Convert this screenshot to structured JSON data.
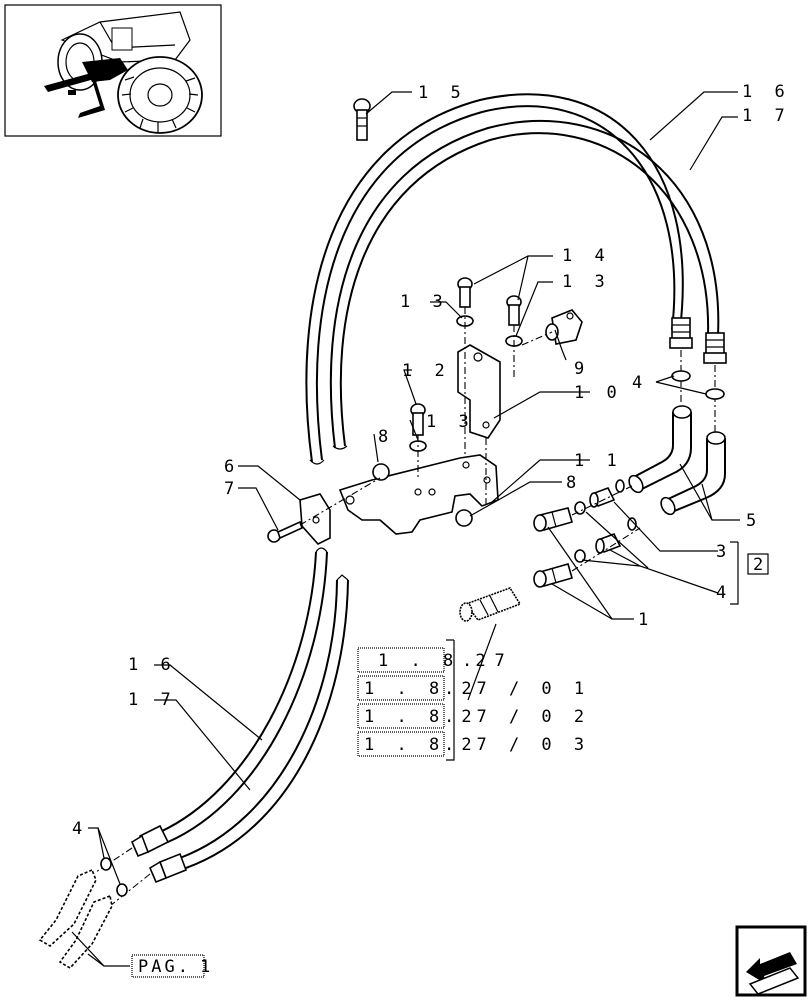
{
  "callouts": {
    "c15": "1 5",
    "c16_top": "1 6",
    "c17_top": "1 7",
    "c14": "1 4",
    "c13_a": "1 3",
    "c13_b": "1 3",
    "c13_c": "1 3",
    "c12": "1 2",
    "c9": "9",
    "c10": "1 0",
    "c8_a": "8",
    "c8_b": "8",
    "c11": "1 1",
    "c6": "6",
    "c7": "7",
    "c4_a": "4",
    "c5": "5",
    "c3": "3",
    "c4_b": "4",
    "c1": "1",
    "c16_bot": "1 6",
    "c17_bot": "1 7",
    "c4_c": "4",
    "group_ref": "2"
  },
  "refs": {
    "r1_box": "1 . 8 2",
    "r1_tail": ". 7",
    "r2_box": "1 . 8 2",
    "r2_tail": ". 7 / 0 1",
    "r3_box": "1 . 8 2",
    "r3_tail": ". 7 / 0 2",
    "r4_box": "1 . 8 2",
    "r4_tail": ". 7 / 0 3",
    "pag_box": "PAG.",
    "pag_tail": "1"
  },
  "icons": {
    "thumbnail": "tractor-thumbnail-icon",
    "nav": "previous-page-arrow-icon"
  }
}
